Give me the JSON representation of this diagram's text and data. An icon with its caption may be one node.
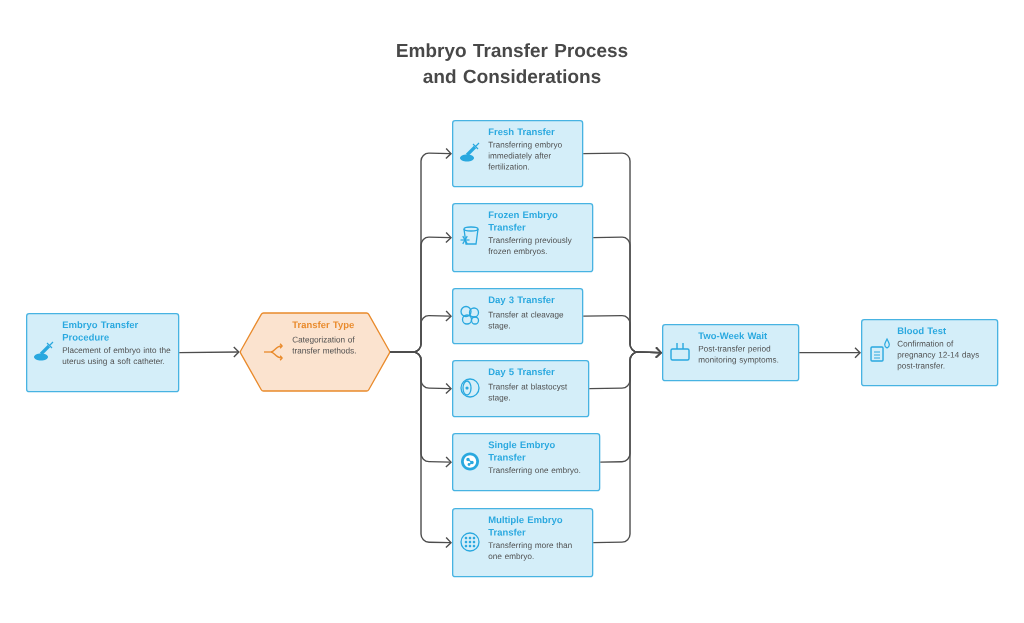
{
  "diagram": {
    "title": "Embryo Transfer Process and Considerations",
    "nodes": [
      {
        "text": [
          "Embryo Transfer Procedure",
          "Placement of embryo into the uterus using a soft catheter."
        ]
      },
      {
        "text": [
          "Transfer Type",
          "Categorization of transfer methods."
        ]
      },
      {
        "text": [
          "Fresh Transfer",
          "Transferring embryo immediately after fertilization."
        ]
      },
      {
        "text": [
          "Frozen Embryo Transfer",
          "Transferring previously frozen embryos."
        ]
      },
      {
        "text": [
          "Day 3 Transfer",
          "Transfer at cleavage stage."
        ]
      },
      {
        "text": [
          "Day 5 Transfer",
          "Transfer at blastocyst stage."
        ]
      },
      {
        "text": [
          "Single Embryo Transfer",
          "Transferring one embryo."
        ]
      },
      {
        "text": [
          "Multiple Embryo Transfer",
          "Transferring more than one embryo."
        ]
      },
      {
        "text": [
          "Two-Week Wait",
          "Post-transfer period monitoring symptoms."
        ]
      },
      {
        "text": [
          "Blood Test",
          "Confirmation of pregnancy 12-14 days post-transfer."
        ]
      }
    ],
    "edges": [
      {
        "from": 0,
        "to": 1,
        "arrow": "to"
      },
      {
        "from": 1,
        "to": 2,
        "arrow": "to"
      },
      {
        "from": 1,
        "to": 3,
        "arrow": "to"
      },
      {
        "from": 1,
        "to": 4,
        "arrow": "to"
      },
      {
        "from": 1,
        "to": 5,
        "arrow": "to"
      },
      {
        "from": 1,
        "to": 6,
        "arrow": "to"
      },
      {
        "from": 1,
        "to": 7,
        "arrow": "to"
      },
      {
        "from": 2,
        "to": 8,
        "arrow": "to"
      },
      {
        "from": 3,
        "to": 8,
        "arrow": "to"
      },
      {
        "from": 4,
        "to": 8,
        "arrow": "to"
      },
      {
        "from": 5,
        "to": 8,
        "arrow": "to"
      },
      {
        "from": 6,
        "to": 8,
        "arrow": "to"
      },
      {
        "from": 7,
        "to": 8,
        "arrow": "to"
      },
      {
        "from": 8,
        "to": 9,
        "arrow": "to"
      }
    ]
  }
}
